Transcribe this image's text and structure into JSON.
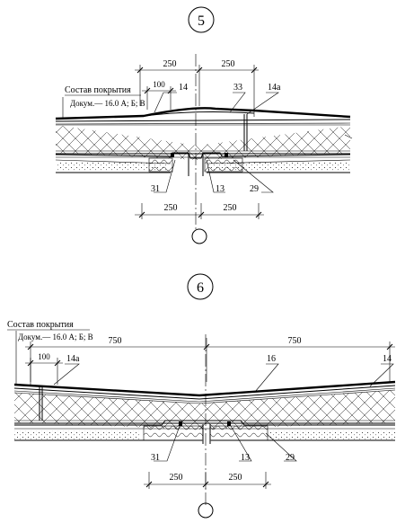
{
  "detail_5": {
    "number": "5",
    "composition_title": "Состав покрытия",
    "composition_doc": "Докум.— 16.0 А; Б; В",
    "dims_top": [
      "250",
      "250"
    ],
    "dim_small": "100",
    "dims_bottom": [
      "250",
      "250"
    ],
    "labels": {
      "l14": "14",
      "l33": "33",
      "l14a": "14а",
      "l31": "31",
      "l13": "13",
      "l29": "29"
    }
  },
  "detail_6": {
    "number": "6",
    "composition_title": "Состав покрытия",
    "composition_doc": "Докум.— 16.0 А; Б; В",
    "dims_top": [
      "750",
      "750"
    ],
    "dim_small": "100",
    "dims_bottom": [
      "250",
      "250"
    ],
    "labels": {
      "l14a": "14а",
      "l16": "16",
      "l14": "14",
      "l31": "31",
      "l13": "13",
      "l29": "29"
    }
  }
}
